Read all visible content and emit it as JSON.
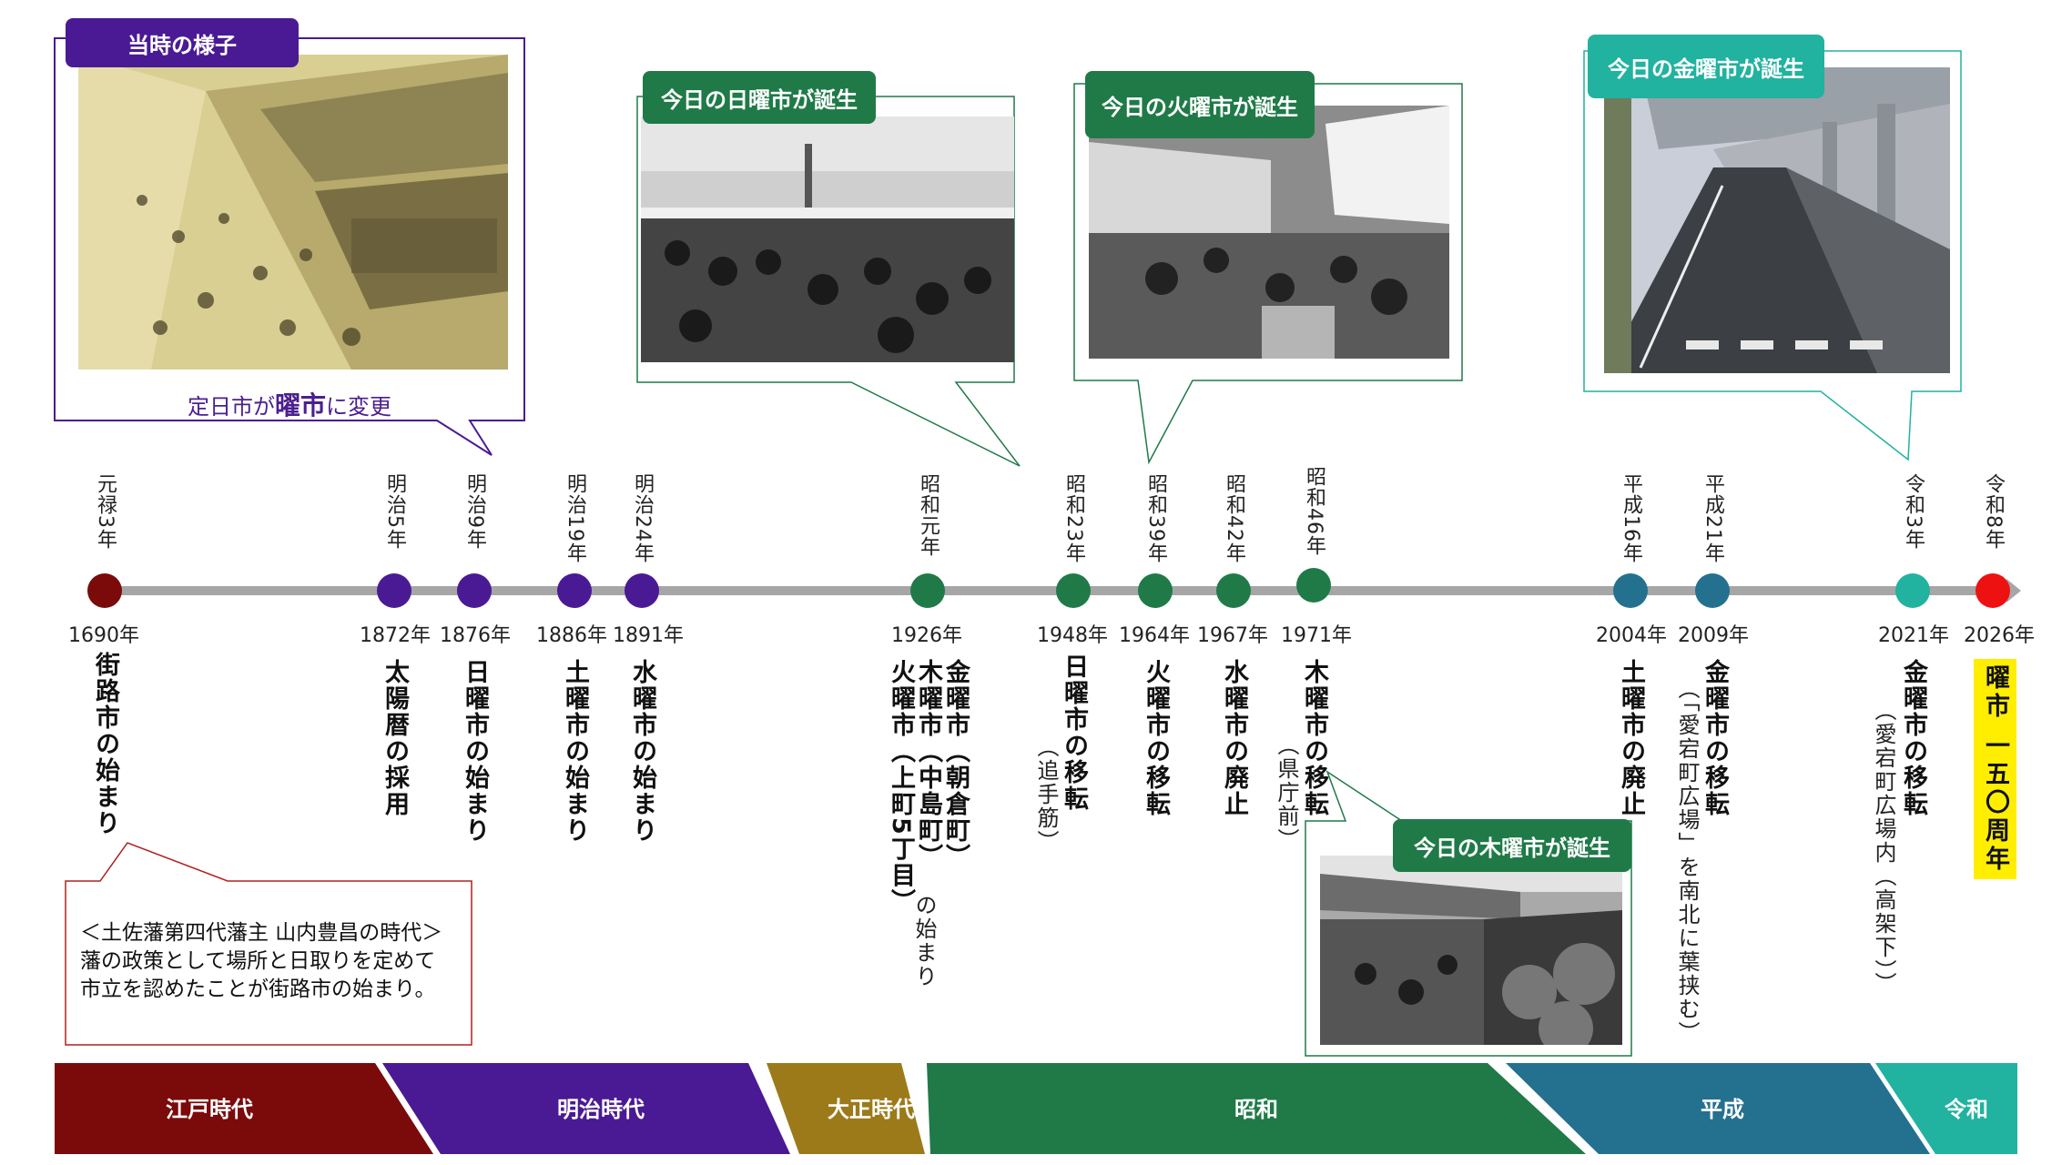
{
  "colors": {
    "edo": "#7b0a0a",
    "meiji": "#4a1a94",
    "taisho": "#9c7a1a",
    "showa": "#1f7a48",
    "heisei": "#24708f",
    "reiwa_teal": "#21b2a0",
    "reiwa_red": "#ee1111",
    "axis": "#a6a6a6"
  },
  "callouts": {
    "edo_tag": "当時の様子",
    "edo_caption_pre": "定日市が",
    "edo_caption_bold": "曜市",
    "edo_caption_post": "に変更",
    "sunday": "今日の日曜市が誕生",
    "tuesday": "今日の火曜市が誕生",
    "friday": "今日の金曜市が誕生",
    "thursday": "今日の木曜市が誕生"
  },
  "note": {
    "line1": "＜土佐藩第四代藩主  山内豊昌の時代＞",
    "line2": "藩の政策として場所と日取りを定めて",
    "line3": "市立を認めたことが街路市の始まり。"
  },
  "timeline": {
    "points": [
      {
        "era": "元禄3年",
        "year": "1690年",
        "event": "街路市の始まり"
      },
      {
        "era": "明治5年",
        "year": "1872年",
        "event": "太陽暦の採用"
      },
      {
        "era": "明治9年",
        "year": "1876年",
        "event": "日曜市の始まり"
      },
      {
        "era": "明治19年",
        "year": "1886年",
        "event": "土曜市の始まり"
      },
      {
        "era": "明治24年",
        "year": "1891年",
        "event": "水曜市の始まり"
      },
      {
        "era": "昭和元年",
        "year": "1926年",
        "event_a": "金曜市（朝倉町）",
        "event_b": "木曜市（中島町）",
        "event_c": "火曜市（上町5丁目）",
        "event_d": "の始まり"
      },
      {
        "era": "昭和23年",
        "year": "1948年",
        "event": "日曜市の移転",
        "sub": "（追手筋）"
      },
      {
        "era": "昭和39年",
        "year": "1964年",
        "event": "火曜市の移転"
      },
      {
        "era": "昭和42年",
        "year": "1967年",
        "event": "水曜市の廃止"
      },
      {
        "era": "昭和46年",
        "year": "1971年",
        "event": "木曜市の移転",
        "sub": "（県庁前）"
      },
      {
        "era": "平成16年",
        "year": "2004年",
        "event": "土曜市の廃止"
      },
      {
        "era": "平成21年",
        "year": "2009年",
        "event": "金曜市の移転",
        "sub": "（「愛宕町広場」を南北に葉挟む）"
      },
      {
        "era": "令和3年",
        "year": "2021年",
        "event": "金曜市の移転",
        "sub": "（愛宕町広場内（高架下））"
      },
      {
        "era": "令和8年",
        "year": "2026年",
        "event": "曜市 一五〇周年"
      }
    ]
  },
  "periods": [
    "江戸時代",
    "明治時代",
    "大正時代",
    "昭和",
    "平成",
    "令和"
  ]
}
